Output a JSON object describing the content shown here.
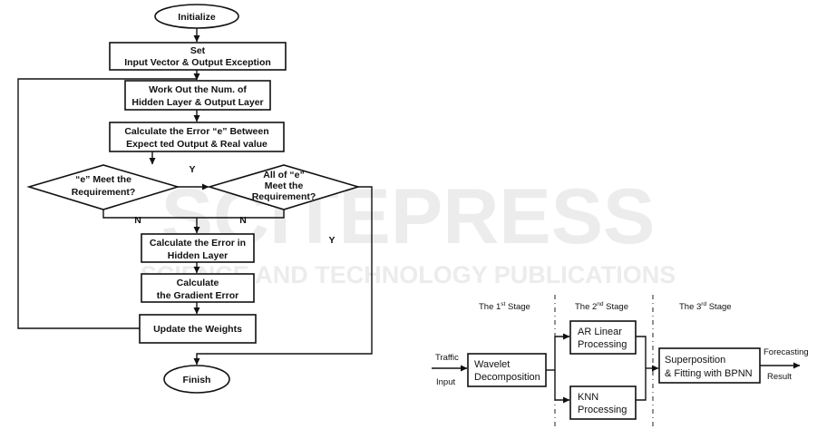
{
  "watermark": {
    "main": "SCITEPRESS",
    "sub": "SCIENCE AND TECHNOLOGY PUBLICATIONS"
  },
  "flowchart": {
    "start": "Initialize",
    "set_line1": "Set",
    "set_line2": "Input Vector & Output Exception",
    "work_line1": "Work Out the Num. of",
    "work_line2": "Hidden Layer & Output Layer",
    "calc_error_line1": "Calculate the Error “e” Between",
    "calc_error_line2": "Expect ted Output & Real value",
    "decision1_line1": "“e” Meet the",
    "decision1_line2": "Requirement?",
    "decision2_line1": "All of “e”",
    "decision2_line2": "Meet the",
    "decision2_line3": "Requirement?",
    "yes_label_1": "Y",
    "yes_label_2": "Y",
    "no_label_1": "N",
    "no_label_2": "N",
    "hidden_error_line1": "Calculate the Error in",
    "hidden_error_line2": "Hidden Layer",
    "gradient_line1": "Calculate",
    "gradient_line2": "the Gradient Error",
    "update": "Update the Weights",
    "finish": "Finish"
  },
  "pipeline": {
    "stage1_pre": "The 1",
    "stage1_sup": "st",
    "stage1_post": " Stage",
    "stage2_pre": "The 2",
    "stage2_sup": "nd",
    "stage2_post": " Stage",
    "stage3_pre": "The 3",
    "stage3_sup": "rd",
    "stage3_post": " Stage",
    "input_line1": "Traffic",
    "input_line2": "Input",
    "wavelet_line1": "Wavelet",
    "wavelet_line2": "Decomposition",
    "ar_line1": "AR Linear",
    "ar_line2": "Processing",
    "knn_line1": "KNN",
    "knn_line2": "Processing",
    "bpnn_line1": "Superposition",
    "bpnn_line2": "& Fitting with BPNN",
    "output_line1": "Forecasting",
    "output_line2": "Result"
  }
}
